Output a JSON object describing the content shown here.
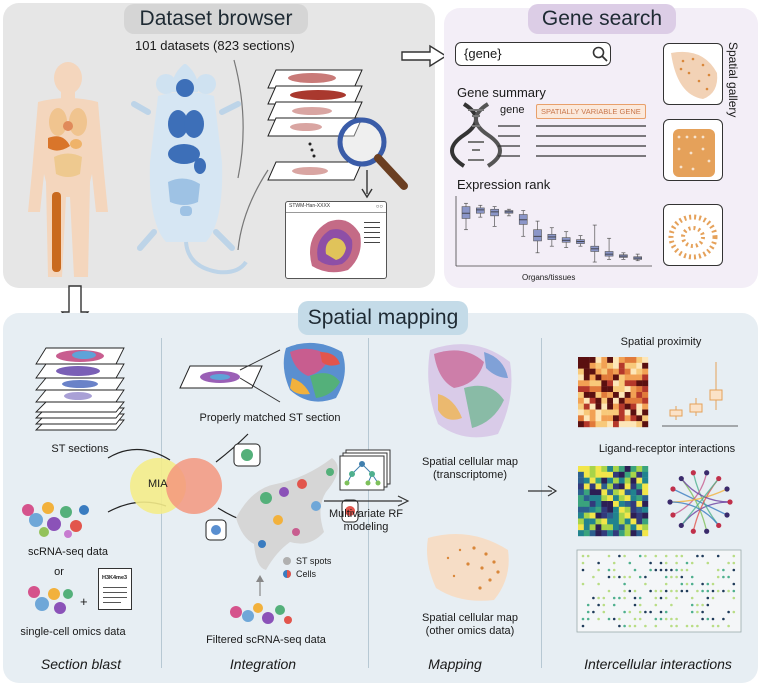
{
  "dataset_browser": {
    "title": "Dataset browser",
    "count_text": "101 datasets (823 sections)",
    "viewer_window_title": "STWM-Han-XXXX"
  },
  "gene_search": {
    "title": "Gene search",
    "search_query": "{gene}",
    "gene_summary_label": "Gene summary",
    "gene_word": "gene",
    "badge_text": "SPATIALLY VARIABLE GENE",
    "expression_rank_label": "Expression rank",
    "organs_label": "Organs/tissues",
    "spatial_gallery_label": "Spatial gallery",
    "boxplot_color": "#8b96c8",
    "box_values": [
      {
        "min": 0.55,
        "q1": 0.72,
        "med": 0.8,
        "q3": 0.9,
        "max": 0.95
      },
      {
        "min": 0.74,
        "q1": 0.8,
        "med": 0.85,
        "q3": 0.88,
        "max": 0.92
      },
      {
        "min": 0.6,
        "q1": 0.76,
        "med": 0.82,
        "q3": 0.86,
        "max": 0.9
      },
      {
        "min": 0.76,
        "q1": 0.8,
        "med": 0.82,
        "q3": 0.84,
        "max": 0.86
      },
      {
        "min": 0.45,
        "q1": 0.63,
        "med": 0.7,
        "q3": 0.78,
        "max": 0.84
      },
      {
        "min": 0.2,
        "q1": 0.38,
        "med": 0.45,
        "q3": 0.55,
        "max": 0.68
      },
      {
        "min": 0.3,
        "q1": 0.4,
        "med": 0.44,
        "q3": 0.48,
        "max": 0.58
      },
      {
        "min": 0.28,
        "q1": 0.36,
        "med": 0.39,
        "q3": 0.43,
        "max": 0.52
      },
      {
        "min": 0.3,
        "q1": 0.34,
        "med": 0.37,
        "q3": 0.4,
        "max": 0.46
      },
      {
        "min": 0.06,
        "q1": 0.22,
        "med": 0.26,
        "q3": 0.3,
        "max": 0.62
      },
      {
        "min": 0.1,
        "q1": 0.15,
        "med": 0.18,
        "q3": 0.22,
        "max": 0.42
      },
      {
        "min": 0.1,
        "q1": 0.13,
        "med": 0.15,
        "q3": 0.17,
        "max": 0.2
      },
      {
        "min": 0.08,
        "q1": 0.1,
        "med": 0.12,
        "q3": 0.14,
        "max": 0.18
      }
    ]
  },
  "spatial_mapping": {
    "title": "Spatial mapping",
    "st_sections_label": "ST sections",
    "mia_label": "MIA",
    "scrna_label": "scRNA-seq data",
    "or_label": "or",
    "plus_label": "+",
    "h3k_label": "H3K4me3",
    "single_cell_label": "single-cell omics data",
    "matched_label": "Properly matched ST section",
    "st_spots_label": "ST spots",
    "cells_label": "Cells",
    "filtered_label": "Filtered scRNA-seq data",
    "multivariate_label_1": "Multivariate RF",
    "multivariate_label_2": "modeling",
    "map_transcriptome_1": "Spatial cellular map",
    "map_transcriptome_2": "(transcriptome)",
    "map_other_1": "Spatial cellular map",
    "map_other_2": "(other omics data)",
    "spatial_proximity_label": "Spatial proximity",
    "ligand_receptor_label": "Ligand-receptor interactions",
    "footer": {
      "section_blast": "Section blast",
      "integration": "Integration",
      "mapping": "Mapping",
      "intercellular": "Intercellular interactions"
    }
  },
  "colors": {
    "dataset_panel": "#e6e6e6",
    "gene_panel": "#f3eef7",
    "mapping_panel": "#e7eef3",
    "dataset_pill": "#d5d5d5",
    "gene_pill": "#dccde6",
    "mapping_pill": "#c4dbe8",
    "orange_accent": "#e5a15a",
    "badge_border": "#e8a06b"
  }
}
